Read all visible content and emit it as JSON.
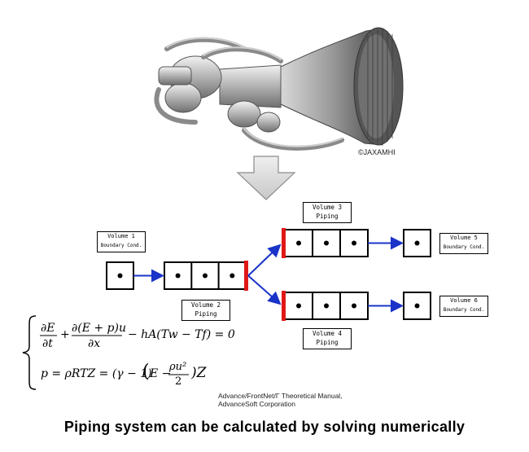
{
  "credit": "©JAXAMHI",
  "labels": {
    "v1": {
      "line1": "Volume 1",
      "line2": "Boundary Cond."
    },
    "v2": {
      "line1": "Volume 2",
      "line2": "Piping"
    },
    "v3": {
      "line1": "Volume 3",
      "line2": "Piping"
    },
    "v4": {
      "line1": "Volume 4",
      "line2": "Piping"
    },
    "v5": {
      "line1": "Volume 5",
      "line2": "Boundary Cond."
    },
    "v6": {
      "line1": "Volume 6",
      "line2": "Boundary Cond."
    }
  },
  "equations": {
    "energy": {
      "term1_num": "∂E",
      "term1_den": "∂t",
      "plus": "+",
      "term2_num": "∂(E + p)u",
      "term2_den": "∂x",
      "rest": "− hA(Tw − Tf) = 0"
    },
    "state": {
      "lhs": "p = ρRTZ = (γ − 1)",
      "paren_open": "(",
      "E": "E −",
      "frac_num": "ρu²",
      "frac_den": "2",
      "paren_close": ")Z"
    }
  },
  "reference": {
    "line1": "Advance/FrontNet/Γ Theoretical Manual,",
    "line2": "AdvanceSoft Corporation"
  },
  "caption": "Piping system can be calculated by solving numerically",
  "colors": {
    "arrow": "#1a33c8",
    "junction": "#e01818",
    "big_arrow": "#d9d9d9"
  }
}
